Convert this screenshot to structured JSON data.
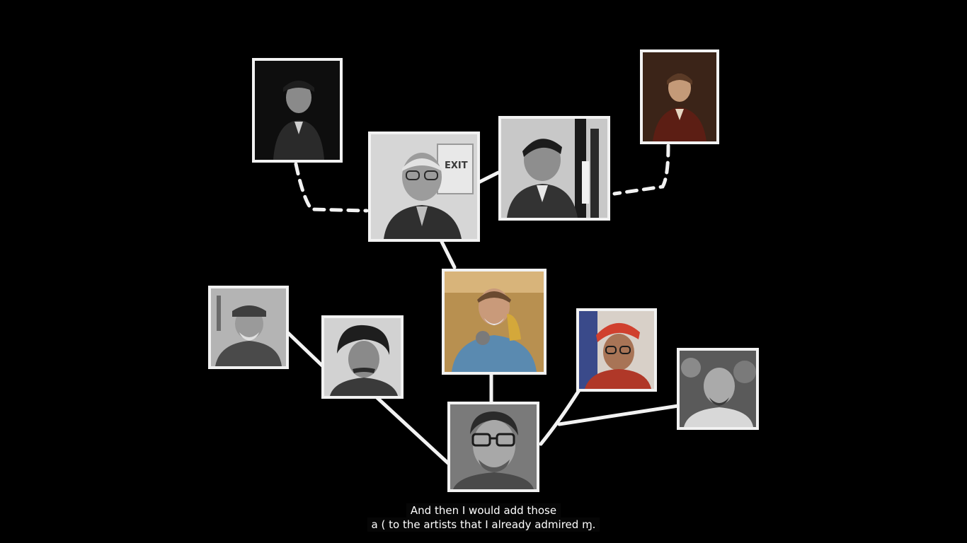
{
  "video": {
    "background_color": "#000000",
    "frame_color": "#f2f2f2",
    "connector_color": "#f2f2f2"
  },
  "photos": [
    {
      "role": "ancestor-left",
      "tone": "bw",
      "icon": "portrait-photo"
    },
    {
      "role": "grandparent-center",
      "tone": "bw",
      "icon": "portrait-photo",
      "sign_text": "EXIT"
    },
    {
      "role": "grandparent-right",
      "tone": "bw",
      "icon": "portrait-photo"
    },
    {
      "role": "ancestor-right",
      "tone": "sepia-painting",
      "icon": "portrait-painting"
    },
    {
      "role": "parent-center",
      "tone": "color",
      "icon": "portrait-photo"
    },
    {
      "role": "parent-left-far",
      "tone": "bw",
      "icon": "portrait-photo"
    },
    {
      "role": "parent-left",
      "tone": "bw",
      "icon": "portrait-photo"
    },
    {
      "role": "parent-right",
      "tone": "color",
      "icon": "portrait-photo"
    },
    {
      "role": "parent-right-far",
      "tone": "bw",
      "icon": "portrait-photo"
    },
    {
      "role": "self",
      "tone": "bw",
      "icon": "portrait-photo"
    }
  ],
  "captions": {
    "line1": "And then I would add those",
    "line2": "a ( to the artists that I already admired ɱ."
  }
}
